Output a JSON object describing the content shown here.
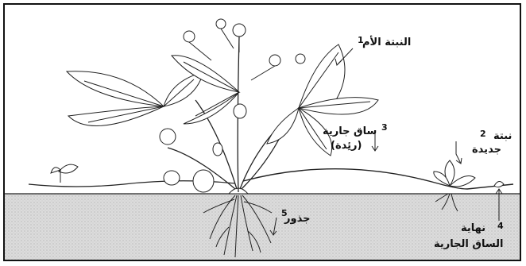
{
  "labels": {
    "mother_plant": {
      "num": "1",
      "text": "النبتة الأم"
    },
    "new_plantlet": {
      "num": "2",
      "line1": "نبتة",
      "line2": "جديدة"
    },
    "runner": {
      "num": "3",
      "line1": "ساق جارية",
      "line2": "(رئِدة)"
    },
    "runner_tip": {
      "num": "4",
      "line1": "نهاية",
      "line2": "الساق الجارية"
    },
    "roots": {
      "num": "5",
      "text": "جذور"
    }
  }
}
